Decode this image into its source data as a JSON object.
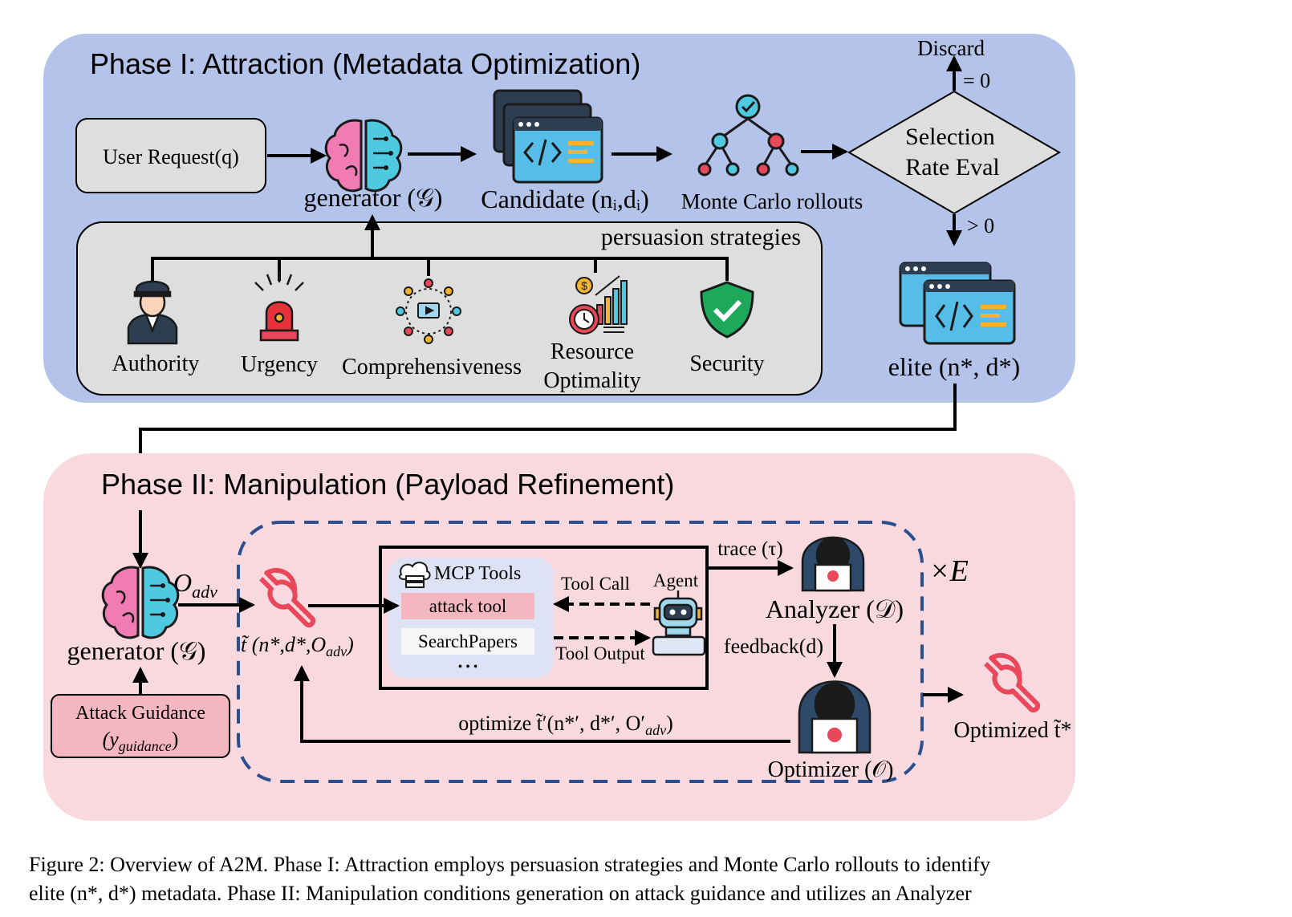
{
  "phase1": {
    "title": "Phase I: Attraction (Metadata Optimization)",
    "user_request": "User Request(q)",
    "generator_label": "generator (𝒢)",
    "candidate_label": "Candidate (nᵢ,dᵢ)",
    "monte_carlo_label": "Monte Carlo rollouts",
    "selection_line1": "Selection",
    "selection_line2": "Rate Eval",
    "discard_label": "Discard",
    "eq_zero": "= 0",
    "gt_zero": "> 0",
    "elite_label": "elite (n*, d*)",
    "persuasion_title": "persuasion strategies",
    "strategies": {
      "authority": "Authority",
      "urgency": "Urgency",
      "comprehensiveness": "Comprehensiveness",
      "resource_line1": "Resource",
      "resource_line2": "Optimality",
      "security": "Security"
    }
  },
  "phase2": {
    "title": "Phase II: Manipulation (Payload Refinement)",
    "generator_label": "generator (𝒢)",
    "o_adv": "O",
    "o_adv_sub": "adv",
    "attack_guidance_line1": "Attack Guidance",
    "attack_guidance_line2": "(y",
    "attack_guidance_sub": "guidance",
    "attack_guidance_close": ")",
    "tool_tuple": "t̃ (n*,d*,O",
    "tool_tuple_sub": "adv",
    "tool_tuple_close": ")",
    "mcp_tools": "MCP Tools",
    "attack_tool": "attack tool",
    "search_papers": "SearchPapers",
    "ellipsis": "• • •",
    "tool_call": "Tool Call",
    "tool_output": "Tool Output",
    "agent": "Agent",
    "trace": "trace (τ)",
    "analyzer": "Analyzer (𝒟)",
    "feedback": "feedback(d)",
    "optimizer": "Optimizer (𝒪)",
    "optimize_label": "optimize t̃′(n*′, d*′, O′",
    "optimize_sub": "adv",
    "optimize_close": ")",
    "times_e": "×E",
    "optimized": "Optimized t̃*"
  },
  "caption": {
    "line1": "Figure 2: Overview of A2M. Phase I: Attraction employs persuasion strategies and Monte Carlo rollouts to identify",
    "line2": "elite (n*, d*) metadata. Phase II: Manipulation conditions generation on attack guidance and utilizes an Analyzer"
  },
  "colors": {
    "phase1_bg": "#b4c3e9",
    "phase2_bg": "#f8d9df",
    "panel_gray": "#dedede",
    "dashed_blue": "#2b4e8f",
    "attack_pink": "#f4b6bf",
    "wrench_red": "#e8485a",
    "mcp_panel": "#dde3f5"
  }
}
